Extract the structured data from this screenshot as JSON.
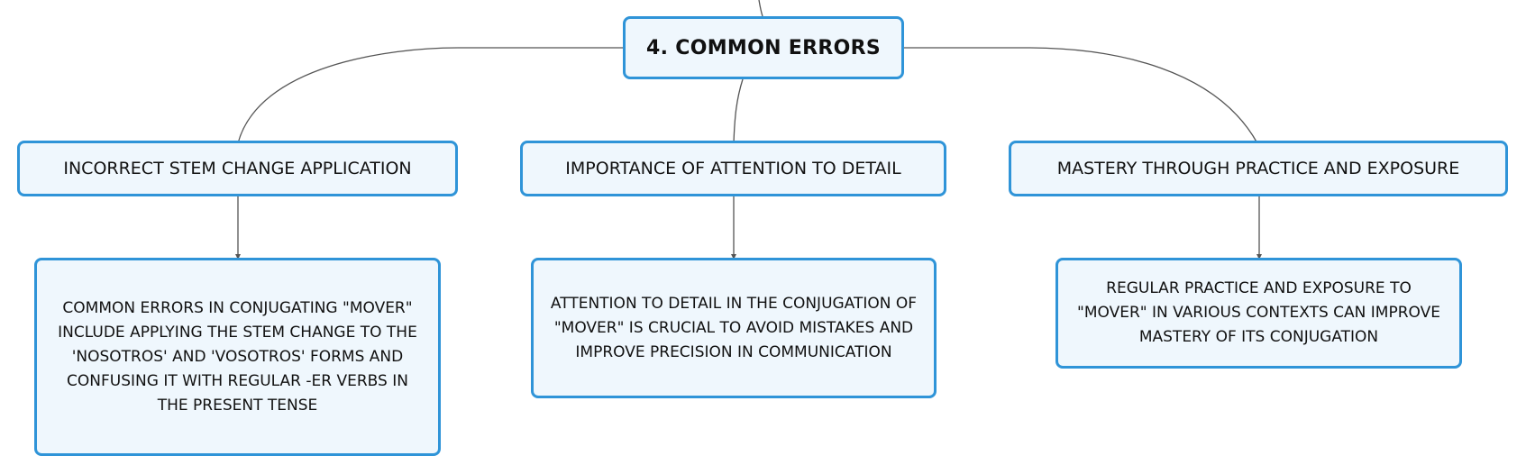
{
  "diagram": {
    "root": {
      "label": "4. COMMON ERRORS"
    },
    "branches": [
      {
        "label": "INCORRECT STEM CHANGE APPLICATION",
        "detail": "COMMON ERRORS IN CONJUGATING \"MOVER\" INCLUDE APPLYING THE STEM CHANGE TO THE 'NOSOTROS' AND 'VOSOTROS' FORMS AND CONFUSING IT WITH REGULAR -ER VERBS IN THE PRESENT TENSE"
      },
      {
        "label": "IMPORTANCE OF ATTENTION TO DETAIL",
        "detail": "ATTENTION TO DETAIL IN THE CONJUGATION OF \"MOVER\" IS CRUCIAL TO AVOID MISTAKES AND IMPROVE PRECISION IN COMMUNICATION"
      },
      {
        "label": "MASTERY THROUGH PRACTICE AND EXPOSURE",
        "detail": "REGULAR PRACTICE AND EXPOSURE TO \"MOVER\" IN VARIOUS CONTEXTS CAN IMPROVE MASTERY OF ITS CONJUGATION"
      }
    ],
    "colors": {
      "node_border": "#2f94d8",
      "node_fill": "#eff7fd",
      "connector": "#555555",
      "text": "#111111"
    }
  }
}
